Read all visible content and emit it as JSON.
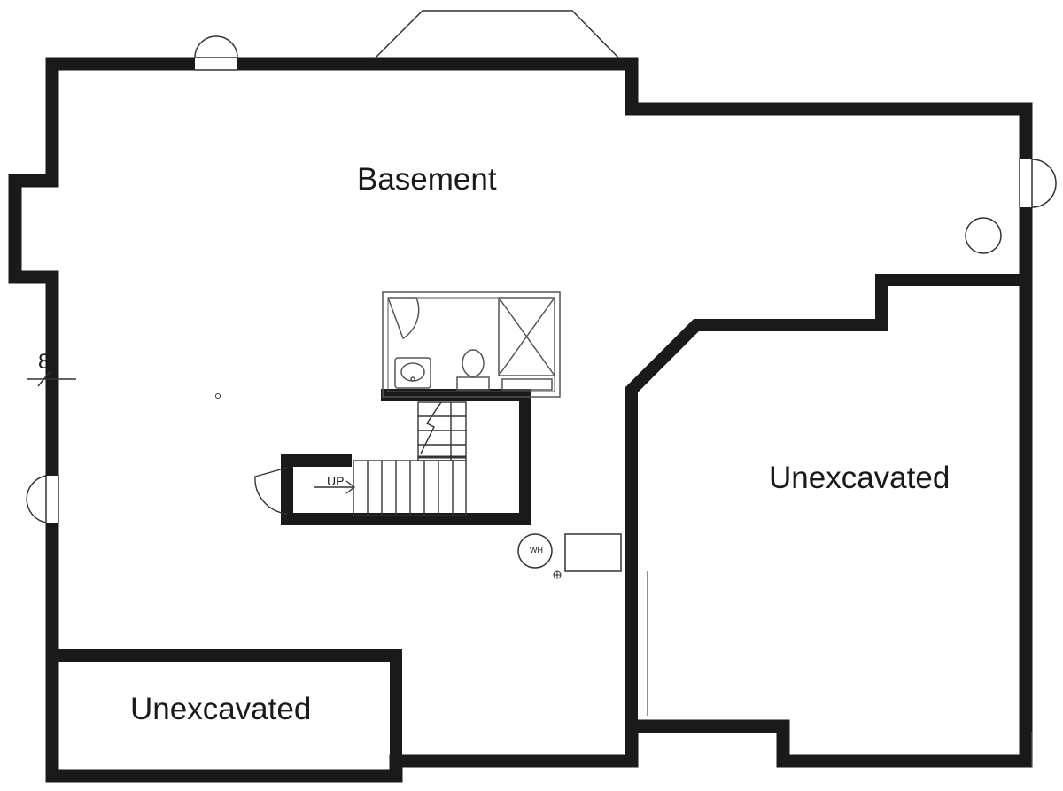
{
  "rooms": {
    "basement": "Basement",
    "unexcavated_right": "Unexcavated",
    "unexcavated_left": "Unexcavated"
  },
  "dimensions": {
    "wall_thickness": "8\""
  },
  "stairs": {
    "direction_label": "UP"
  },
  "fixtures": {
    "water_heater": "WH"
  },
  "colors": {
    "wall": "#1a1a1a",
    "line": "#333333",
    "background": "#ffffff"
  }
}
